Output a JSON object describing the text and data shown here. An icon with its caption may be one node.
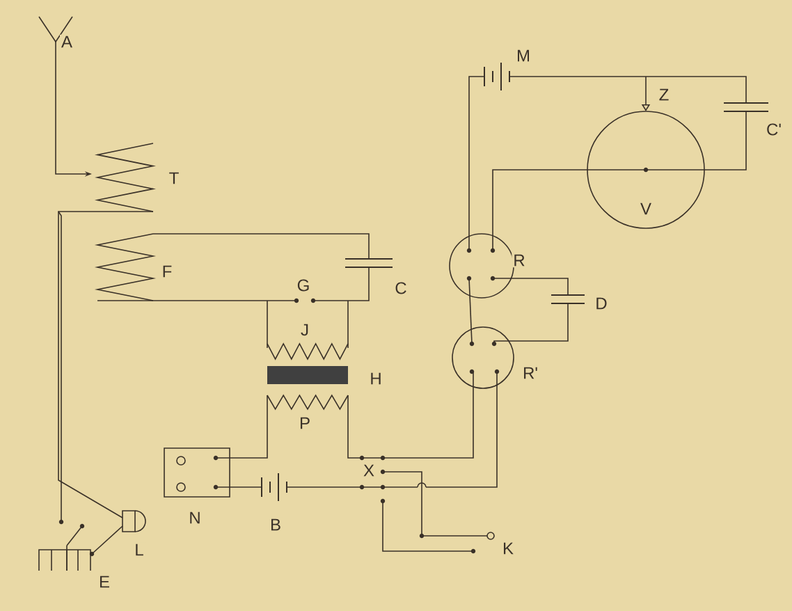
{
  "diagram": {
    "labels": [
      "A",
      "M",
      "Z",
      "T",
      "C'",
      "V",
      "F",
      "G",
      "C",
      "R",
      "D",
      "J",
      "H",
      "R'",
      "P",
      "X",
      "N",
      "B",
      "K",
      "L",
      "E"
    ]
  }
}
